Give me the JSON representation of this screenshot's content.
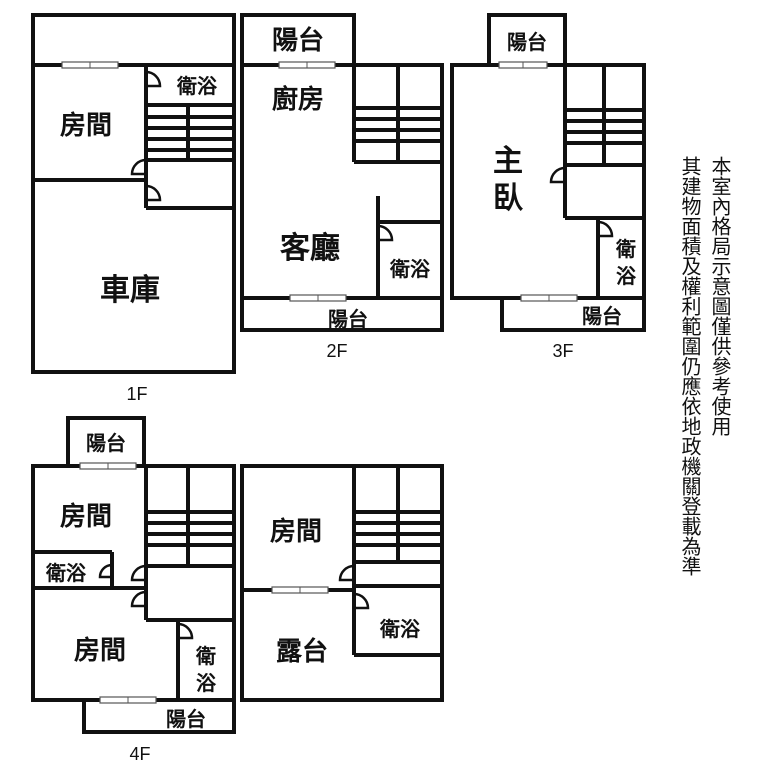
{
  "floors": {
    "f1": {
      "label": "1F",
      "rooms": {
        "bedroom": "房間",
        "bath": "衛浴",
        "garage": "車庫"
      }
    },
    "f2": {
      "label": "2F",
      "rooms": {
        "balcony_top": "陽台",
        "kitchen": "廚房",
        "living": "客廳",
        "bath": "衛浴",
        "balcony_bottom": "陽台"
      }
    },
    "f3": {
      "label": "3F",
      "rooms": {
        "balcony_top": "陽台",
        "master_1": "主",
        "master_2": "臥",
        "bath_1": "衛",
        "bath_2": "浴",
        "balcony_bottom": "陽台"
      }
    },
    "f4": {
      "label": "4F",
      "rooms": {
        "balcony_top": "陽台",
        "bedroom_1": "房間",
        "bath_small": "衛浴",
        "bedroom_2": "房間",
        "bath_1": "衛",
        "bath_2": "浴",
        "balcony_bottom": "陽台",
        "bedroom_3": "房間",
        "terrace": "露台",
        "bath_right": "衛浴"
      }
    }
  },
  "disclaimer": {
    "line1": "本室內格局示意圖僅供參考使用",
    "line2": "其建物面積及權利範圍仍應依地政機關登載為準"
  }
}
